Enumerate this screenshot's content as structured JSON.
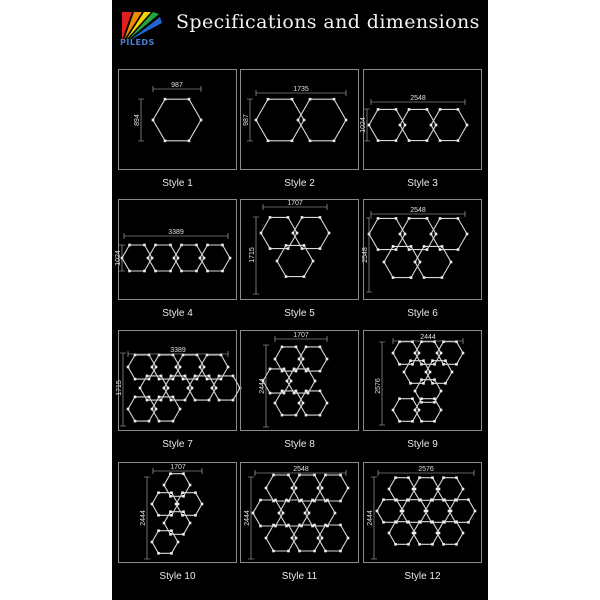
{
  "header": {
    "brand": "PILEDS",
    "title": "Specifications and dimensions",
    "logo_colors": [
      "#e02020",
      "#f08a00",
      "#f5d300",
      "#22a83a",
      "#1f66d1"
    ]
  },
  "styles": [
    {
      "caption": "Style 1",
      "width_label": "987",
      "height_label": "894"
    },
    {
      "caption": "Style 2",
      "width_label": "1735",
      "height_label": "987"
    },
    {
      "caption": "Style 3",
      "width_label": "2548",
      "height_label": "1024"
    },
    {
      "caption": "Style 4",
      "width_label": "3389",
      "height_label": "1024"
    },
    {
      "caption": "Style 5",
      "width_label": "1707",
      "height_label": "1715"
    },
    {
      "caption": "Style 6",
      "width_label": "2548",
      "height_label": "2548"
    },
    {
      "caption": "Style 7",
      "width_label": "3389",
      "height_label": "1715"
    },
    {
      "caption": "Style 8",
      "width_label": "1707",
      "height_label": "2444"
    },
    {
      "caption": "Style 9",
      "width_label": "2444",
      "height_label": "2576"
    },
    {
      "caption": "Style 10",
      "width_label": "1707",
      "height_label": "2444"
    },
    {
      "caption": "Style 11",
      "width_label": "2548",
      "height_label": "2444"
    },
    {
      "caption": "Style 12",
      "width_label": "2576",
      "height_label": "2444"
    }
  ]
}
